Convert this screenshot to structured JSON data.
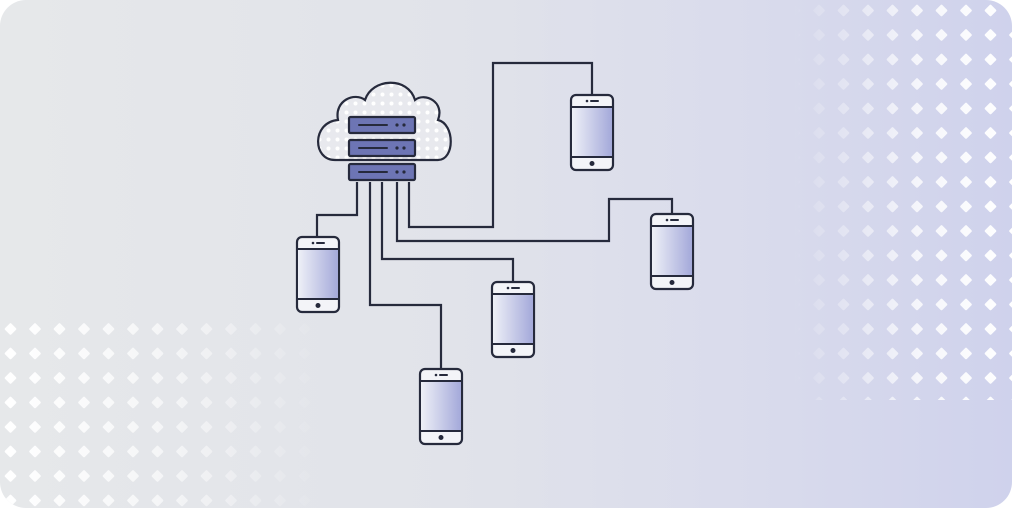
{
  "illustration": {
    "subject": "cloud-server-network",
    "colors": {
      "stroke": "#262a3c",
      "server_fill": "#6d75b4",
      "screen_top": "#f1f2f8",
      "screen_bottom": "#a8addc",
      "dots": "#ffffff"
    },
    "devices": [
      {
        "name": "phone-1"
      },
      {
        "name": "phone-2"
      },
      {
        "name": "phone-3"
      },
      {
        "name": "phone-4"
      },
      {
        "name": "phone-5"
      }
    ],
    "server_units": 3
  }
}
